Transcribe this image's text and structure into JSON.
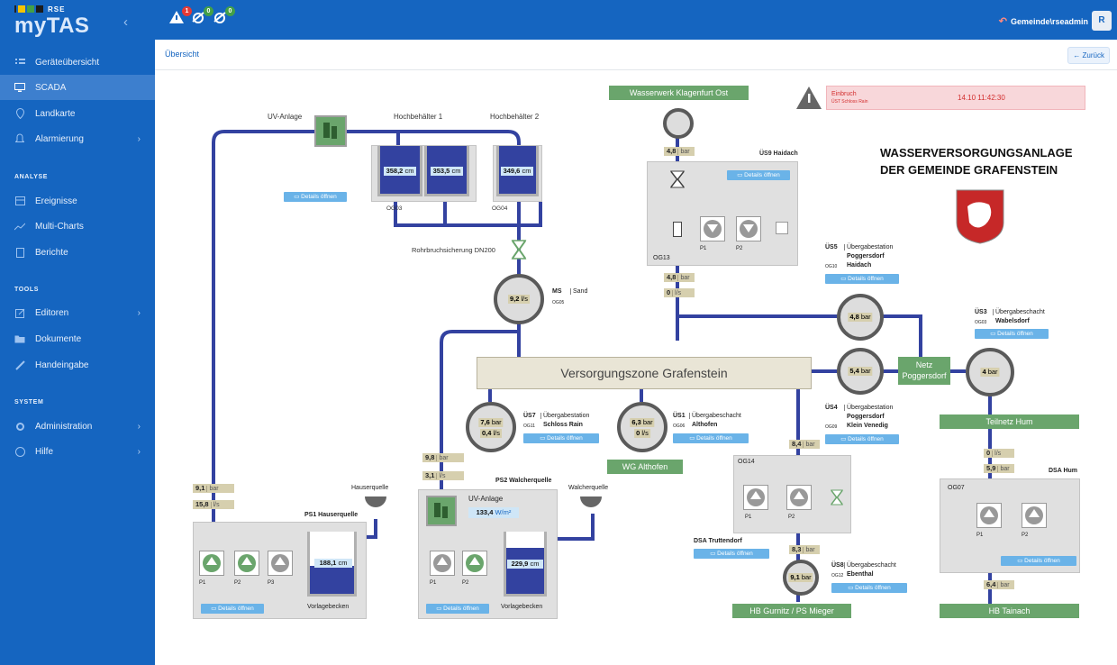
{
  "app": {
    "brand": "myTAS",
    "brand_sub": "RSE"
  },
  "colors": {
    "sidebar": "#1565c0",
    "accent": "#3d7fce",
    "pipe": "#3342a0",
    "green": "#6aa56c",
    "alert": "#f8d7da"
  },
  "sidebar": {
    "items": [
      {
        "label": "Geräteübersicht",
        "icon": "list-icon"
      },
      {
        "label": "SCADA",
        "icon": "monitor-icon",
        "active": true
      },
      {
        "label": "Landkarte",
        "icon": "map-pin-icon"
      },
      {
        "label": "Alarmierung",
        "icon": "bell-icon",
        "chevron": true
      }
    ],
    "sections": [
      {
        "title": "ANALYSE",
        "items": [
          {
            "label": "Ereignisse",
            "icon": "table-icon"
          },
          {
            "label": "Multi-Charts",
            "icon": "chart-icon"
          },
          {
            "label": "Berichte",
            "icon": "file-icon"
          }
        ]
      },
      {
        "title": "TOOLS",
        "items": [
          {
            "label": "Editoren",
            "icon": "edit-icon",
            "chevron": true
          },
          {
            "label": "Dokumente",
            "icon": "folder-icon"
          },
          {
            "label": "Handeingabe",
            "icon": "pencil-icon"
          }
        ]
      },
      {
        "title": "SYSTEM",
        "items": [
          {
            "label": "Administration",
            "icon": "gear-icon",
            "chevron": true
          },
          {
            "label": "Hilfe",
            "icon": "help-icon",
            "chevron": true
          }
        ]
      }
    ]
  },
  "topbar": {
    "alarms": [
      {
        "count": "1",
        "color": "#e53935"
      },
      {
        "count": "0",
        "color": "#43a047"
      },
      {
        "count": "0",
        "color": "#43a047"
      }
    ],
    "user": "Gemeinde\\rseadmin",
    "avatar": "R"
  },
  "breadcrumb": "Übersicht",
  "back_label": "Zurück",
  "scada": {
    "title_line1": "WASSERVERSORGUNGSANLAGE",
    "title_line2": "DER GEMEINDE GRAFENSTEIN",
    "alert": {
      "title": "Einbruch",
      "sub": "ÜST Schloss Rain",
      "time": "14.10 11:42:30"
    },
    "details": "Details öffnen",
    "labels": {
      "uv_anlage": "UV-Anlage",
      "hb1": "Hochbehälter 1",
      "hb2": "Hochbehälter 2",
      "og03": "OG03",
      "og04": "OG04",
      "rohrbruch": "Rohrbruchsicherung DN200",
      "ms": "MS",
      "sand": "Sand",
      "og05": "OG05",
      "werk": "Wasserwerk Klagenfurt Ost",
      "us9": "ÜS9 Haidach",
      "og13": "OG13",
      "zone": "Versorgungszone Grafenstein",
      "us7": "ÜS7",
      "us7_t": "Übergabestation",
      "us7_n": "Schloss Rain",
      "og11": "OG11",
      "us1": "ÜS1",
      "us1_t": "Übergabeschacht",
      "us1_n": "Althofen",
      "og06": "OG06",
      "wg": "WG Althofen",
      "us5": "ÜS5",
      "us5_t": "Übergabestation",
      "us5_n1": "Poggersdorf",
      "us5_n2": "Haidach",
      "og10": "OG10",
      "us3": "ÜS3",
      "us3_t": "Übergabeschacht",
      "us3_n": "Wabelsdorf",
      "og03b": "OG03",
      "netz": "Netz Poggersdorf",
      "teilnetz": "Teilnetz Hum",
      "us4": "ÜS4",
      "us4_t": "Übergabestation",
      "us4_n1": "Poggersdorf",
      "us4_n2": "Klein Venedig",
      "og09": "OG09",
      "og14": "OG14",
      "dsa_trut": "DSA Truttendorf",
      "us8": "ÜS8",
      "us8_t": "Übergabeschacht",
      "us8_n": "Ebenthal",
      "og12": "OG12",
      "hb_gurnitz": "HB Gurnitz / PS Mieger",
      "dsa_hum": "DSA Hum",
      "og07": "OG07",
      "hb_tainach": "HB Tainach",
      "ps1": "PS1 Hauserquelle",
      "hauserquelle": "Hauserquelle",
      "ps2": "PS2 Walcherquelle",
      "walcherquelle": "Walcherquelle",
      "uv2": "UV-Anlage",
      "vorlage": "Vorlagebecken",
      "p1": "P1",
      "p2": "P2",
      "p3": "P3"
    },
    "values": {
      "hb1a": "358,2",
      "hb1b": "353,5",
      "hb2": "349,6",
      "ms_flow": "9,2",
      "werk_bar": "4,8",
      "us9_bar": "4,8",
      "us9_flow": "0",
      "us5_bar": "4,8",
      "netz_bar": "5,4",
      "us3_bar": "4",
      "us7_bar": "7,6",
      "us7_flow": "0,4",
      "us1_bar": "6,3",
      "us1_flow": "0",
      "trut_bar": "8,4",
      "us8_in": "8,3",
      "us8_bar": "9,1",
      "hum_flow": "0",
      "hum_bar": "5,9",
      "tainach_bar": "6,4",
      "ps1_bar": "9,1",
      "ps1_flow": "15,8",
      "ps1_tank": "188,1",
      "ps2_bar": "9,8",
      "ps2_flow": "3,1",
      "ps2_tank": "229,9",
      "uv": "133,4"
    },
    "units": {
      "bar": "bar",
      "flow": "l/s",
      "cm": "cm",
      "uv": "W/m²"
    }
  }
}
